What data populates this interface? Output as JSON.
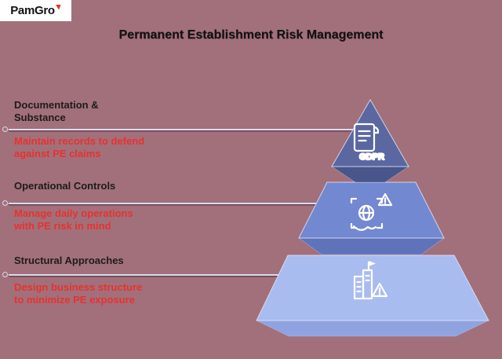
{
  "logo": {
    "text": "PamGro"
  },
  "title": "Permanent Establishment Risk Management",
  "levels": [
    {
      "heading_lines": [
        "Documentation &",
        "Substance"
      ],
      "desc_lines": [
        "Maintain records to defend",
        "against PE claims"
      ],
      "icon": "gdpr-document-icon"
    },
    {
      "heading_lines": [
        "Operational Controls"
      ],
      "desc_lines": [
        "Manage daily operations",
        "with PE risk in mind"
      ],
      "icon": "map-alert-icon"
    },
    {
      "heading_lines": [
        "Structural Approaches"
      ],
      "desc_lines": [
        "Design business structure",
        "to minimize PE exposure"
      ],
      "icon": "building-alert-icon"
    }
  ],
  "pyramid": {
    "gdpr_label": "GDPR",
    "tiers": [
      {
        "name": "top",
        "face": "#5a67a1",
        "shade": "#49568b"
      },
      {
        "name": "middle",
        "face": "#7288d1",
        "shade": "#5e73b9"
      },
      {
        "name": "bottom",
        "face": "#a9bcf0",
        "shade": "#8fa3e0"
      }
    ]
  },
  "colors": {
    "background": "#a2707a",
    "heading_text": "#1c1c1c",
    "desc_text": "#e8312f",
    "connector": "#d9dbf0",
    "title_text": "#131313",
    "logo_accent": "#e63329"
  }
}
